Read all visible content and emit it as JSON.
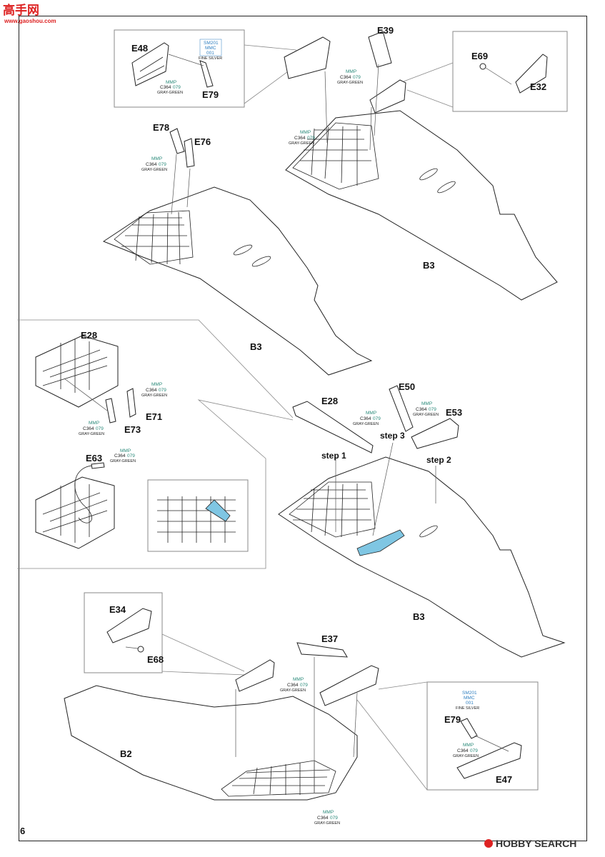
{
  "page": {
    "number": "6"
  },
  "watermark_top": {
    "site": "高手网",
    "url": "www.gaoshou.com"
  },
  "watermark_bottom": {
    "text": "HOBBY SEARCH"
  },
  "paints": {
    "gray_green": {
      "code": "C364",
      "num": "079",
      "brand": "MMP",
      "name": "GRAY-GREEN"
    },
    "fine_silver": {
      "code": "SM201",
      "brand": "MMC",
      "num": "001",
      "name": "FINE SILVER"
    }
  },
  "parts": {
    "e48": "E48",
    "e79": "E79",
    "e39": "E39",
    "e69": "E69",
    "e32": "E32",
    "e78": "E78",
    "e76": "E76",
    "b3": "B3",
    "e28": "E28",
    "e71": "E71",
    "e73": "E73",
    "e63": "E63",
    "e50": "E50",
    "e53": "E53",
    "e34": "E34",
    "e68": "E68",
    "e37": "E37",
    "b2": "B2",
    "e47": "E47"
  },
  "steps": {
    "step1": "step 1",
    "step2": "step 2",
    "step3": "step 3"
  },
  "colors": {
    "accent_blue": "#7fc6e3",
    "paint_green": "#2a8a7a",
    "paint_blue": "#2f7fc0",
    "watermark_red": "#d22222"
  }
}
